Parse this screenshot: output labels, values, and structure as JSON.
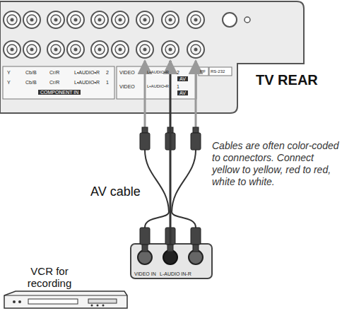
{
  "diagram": {
    "nodes": [
      {
        "text": [
          "TV REAR"
        ]
      },
      {
        "text": [
          "VCR for recording"
        ]
      }
    ],
    "edges": [
      {
        "from": 1,
        "to": 0,
        "arrow": "to",
        "label": "AV cable"
      }
    ],
    "labels": [
      "Y",
      "Cb/B",
      "Cr/R",
      "L•AUDIO•R",
      "2",
      "Y",
      "Cb/B",
      "Cr/R",
      "L•AUDIO•R",
      "1",
      "COMPONENT IN",
      "VIDEO",
      "L•AUDIO•R",
      "2",
      "AV",
      "VIDEO",
      "L•AUDIO•R",
      "1",
      "AV",
      "RF",
      "RS-232",
      "Cables are often color-coded to connectors. Connect yellow to yellow, red to red, white to white.",
      "VIDEO IN",
      "L-AUDIO IN-R"
    ]
  }
}
